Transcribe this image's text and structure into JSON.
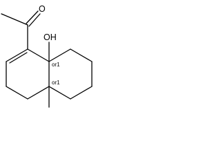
{
  "structure": {
    "atoms": {
      "carbonyl_oxygen": "O",
      "hydroxyl": "OH"
    },
    "stereo_labels": [
      "or1",
      "or1"
    ],
    "colors": {
      "bond": "#000000",
      "text": "#000000",
      "background": "#ffffff"
    }
  }
}
